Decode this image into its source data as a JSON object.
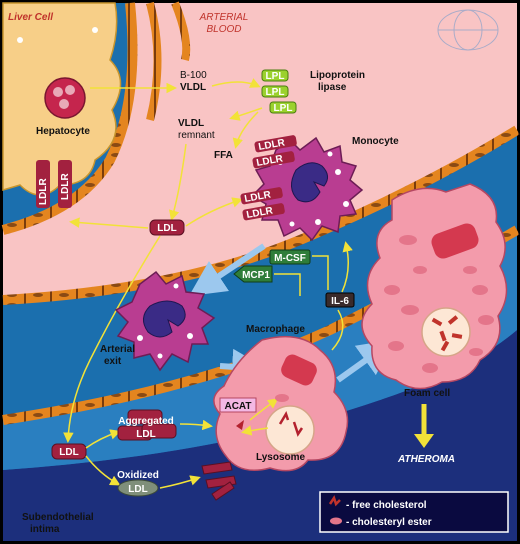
{
  "labels": {
    "liver_cell": "Liver Cell",
    "arterial": "ARTERIAL",
    "blood": "BLOOD",
    "hepatocyte": "Hepatocyte",
    "ldlr": "LDLR",
    "b100": "B-100",
    "vldl": "VLDL",
    "lpl": "LPL",
    "lipoprotein": "Lipoprotein",
    "lipase": "lipase",
    "vldl2": "VLDL",
    "remnant": "remnant",
    "ffa": "FFA",
    "monocyte": "Monocyte",
    "ldl": "LDL",
    "m_csf": "M-CSF",
    "mcp1": "MCP1",
    "il6": "IL-6",
    "arterial_exit_1": "Arterial",
    "arterial_exit_2": "exit",
    "macrophage": "Macrophage",
    "acat": "ACAT",
    "lysosome": "Lysosome",
    "foam_cell": "Foam cell",
    "atheroma": "ATHEROMA",
    "aggregated": "Aggregated",
    "aggregated_ldl": "LDL",
    "oxidized": "Oxidized",
    "oxidized_ldl": "LDL",
    "ldl_intima": "LDL",
    "subendothelial": "Subendothelial",
    "intima": "intima",
    "legend_free": "- free cholesterol",
    "legend_ester": "- cholesteryl ester"
  },
  "colors": {
    "blood": "#f9c4c4",
    "tissue": "#1b6fae",
    "intima": "#1c2f7c",
    "liver": "#f7cf88",
    "endothelium": "#e4851f",
    "monocyte": "#b93d91",
    "foam": "#f39bab",
    "receptor": "#a2213f",
    "lpl": "#9bd12e",
    "cytokine": "#2f7d3a",
    "arrow_yellow": "#f2e238",
    "arrow_blue": "#9cc8ee"
  }
}
